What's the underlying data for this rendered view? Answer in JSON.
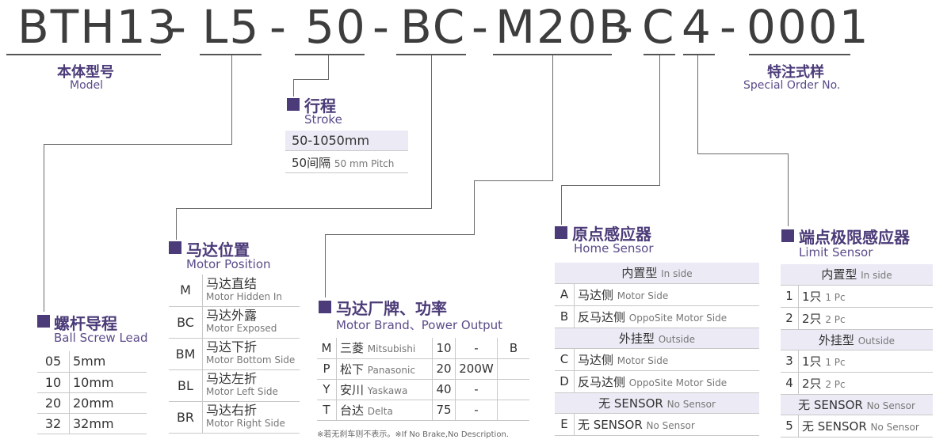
{
  "code": {
    "segments": [
      "BTH13",
      "L5",
      "50",
      "BC",
      "M20B",
      "C",
      "4",
      "0001"
    ],
    "dash": "-"
  },
  "model": {
    "cn": "本体型号",
    "en": "Model"
  },
  "special": {
    "cn": "特注式样",
    "en": "Special Order No."
  },
  "stroke": {
    "cn": "行程",
    "en": "Stroke",
    "range": "50-1050mm",
    "pitch_cn": "50间隔",
    "pitch_en": "50 mm Pitch"
  },
  "motor_position": {
    "cn": "马达位置",
    "en": "Motor Position",
    "rows": [
      {
        "code": "M",
        "cn": "马达直结",
        "en": "Motor Hidden In"
      },
      {
        "code": "BC",
        "cn": "马达外露",
        "en": "Motor Exposed"
      },
      {
        "code": "BM",
        "cn": "马达下折",
        "en": "Motor Bottom Side"
      },
      {
        "code": "BL",
        "cn": "马达左折",
        "en": "Motor Left Side"
      },
      {
        "code": "BR",
        "cn": "马达右折",
        "en": "Motor Right Side"
      }
    ]
  },
  "ball_screw": {
    "cn": "螺杆导程",
    "en": "Ball Screw Lead",
    "rows": [
      {
        "code": "05",
        "value": "5mm"
      },
      {
        "code": "10",
        "value": "10mm"
      },
      {
        "code": "20",
        "value": "20mm"
      },
      {
        "code": "32",
        "value": "32mm"
      }
    ]
  },
  "motor_brand": {
    "cn": "马达厂牌、功率",
    "en": "Motor Brand、Power Output",
    "rows": [
      {
        "code": "M",
        "cn": "三菱",
        "en": "Mitsubishi",
        "power": "10",
        "watt": "-",
        "brake": "B"
      },
      {
        "code": "P",
        "cn": "松下",
        "en": "Panasonic",
        "power": "20",
        "watt": "200W",
        "brake": ""
      },
      {
        "code": "Y",
        "cn": "安川",
        "en": "Yaskawa",
        "power": "40",
        "watt": "-",
        "brake": ""
      },
      {
        "code": "T",
        "cn": "台达",
        "en": "Delta",
        "power": "75",
        "watt": "-",
        "brake": ""
      }
    ],
    "note": "※若无刹车则不表示。※If No Brake,No Description."
  },
  "home_sensor": {
    "cn": "原点感应器",
    "en": "Home Sensor",
    "inside": {
      "cn": "内置型",
      "en": "In side"
    },
    "outside": {
      "cn": "外挂型",
      "en": "Outside"
    },
    "none": {
      "cn": "无 SENSOR",
      "en": "No Sensor"
    },
    "rows_in": [
      {
        "code": "A",
        "cn": "马达侧",
        "en": "Motor Side"
      },
      {
        "code": "B",
        "cn": "反马达侧",
        "en": "OppoSite Motor Side"
      }
    ],
    "rows_out": [
      {
        "code": "C",
        "cn": "马达侧",
        "en": "Motor Side"
      },
      {
        "code": "D",
        "cn": "反马达侧",
        "en": "OppoSite Motor Side"
      }
    ],
    "row_none": {
      "code": "E",
      "cn": "无 SENSOR",
      "en": "No Sensor"
    }
  },
  "limit_sensor": {
    "cn": "端点极限感应器",
    "en": "Limit Sensor",
    "inside": {
      "cn": "内置型",
      "en": "In side"
    },
    "outside": {
      "cn": "外挂型",
      "en": "Outside"
    },
    "none": {
      "cn": "无 SENSOR",
      "en": "No Sensor"
    },
    "rows_in": [
      {
        "code": "1",
        "cn": "1只",
        "en": "1 Pc"
      },
      {
        "code": "2",
        "cn": "2只",
        "en": "2 Pc"
      }
    ],
    "rows_out": [
      {
        "code": "3",
        "cn": "1只",
        "en": "1 Pc"
      },
      {
        "code": "4",
        "cn": "2只",
        "en": "2 Pc"
      }
    ],
    "row_none": {
      "code": "5",
      "cn": "无 SENSOR",
      "en": "No Sensor"
    }
  }
}
